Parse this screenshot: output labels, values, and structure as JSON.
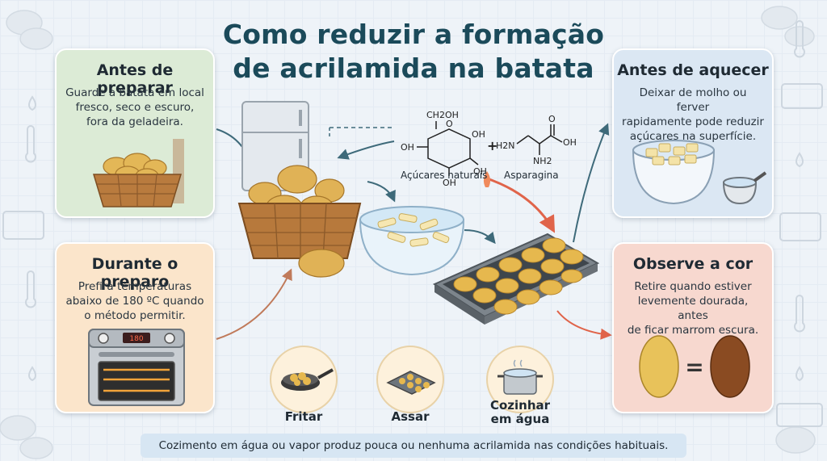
{
  "title": {
    "line1": "Como reduzir a formação",
    "line2": "de acrilamida na batata"
  },
  "cards": {
    "before_prepare": {
      "heading": "Antes de preparar",
      "lines": [
        "Guarde a batata em local",
        "fresco, seco e escuro,",
        "fora da geladeira."
      ]
    },
    "during_prepare": {
      "heading": "Durante o preparo",
      "lines": [
        "Prefira temperaturas",
        "abaixo de 180 ºC quando",
        "o método permitir."
      ]
    },
    "before_heat": {
      "heading": "Antes de aquecer",
      "lines": [
        "Deixar de molho ou ferver",
        "rapidamente pode reduzir",
        "açúcares na superfície."
      ]
    },
    "observe_color": {
      "heading": "Observe a cor",
      "lines": [
        "Retire quando estiver",
        "levemente dourada, antes",
        "de ficar marrom escura."
      ]
    }
  },
  "chemistry": {
    "sugar_label": "Açúcares naturais",
    "asparagine_label": "Asparagina",
    "plus": "+",
    "groups": {
      "ch2oh": "CH2OH",
      "oh": "OH",
      "h2n": "H2N",
      "nh2": "NH2",
      "o": "O"
    }
  },
  "methods": [
    {
      "label": "Fritar",
      "icon": "frying-pan-icon"
    },
    {
      "label": "Assar",
      "icon": "baking-tray-icon"
    },
    {
      "label_line1": "Cozinhar",
      "label_line2": "em água",
      "icon": "pot-icon"
    }
  ],
  "oven_display": "180",
  "comparison_symbol": "=",
  "footer": "Cozimento em água ou vapor produz pouca ou nenhuma acrilamida nas condições habituais.",
  "colors": {
    "title": "#1b4a5a",
    "card_green": "#dcebd6",
    "card_peach": "#fbe5cb",
    "card_blue": "#dbe7f3",
    "card_pink": "#f7d8cf",
    "arrow_red": "#e0644a",
    "arrow_teal": "#3e6a7a"
  }
}
